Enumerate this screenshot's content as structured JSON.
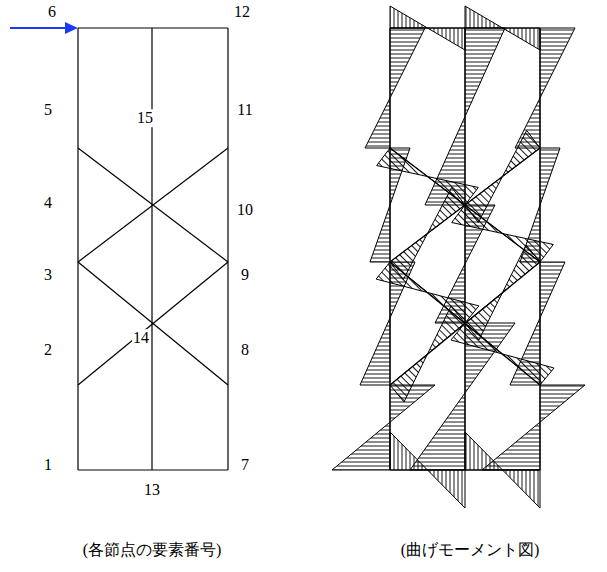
{
  "diagram": {
    "labels": [
      "6",
      "5",
      "4",
      "3",
      "2",
      "1",
      "12",
      "11",
      "10",
      "9",
      "8",
      "7",
      "13",
      "15",
      "14",
      "(各節点の要素番号)",
      "(曲げモーメント図)"
    ]
  }
}
